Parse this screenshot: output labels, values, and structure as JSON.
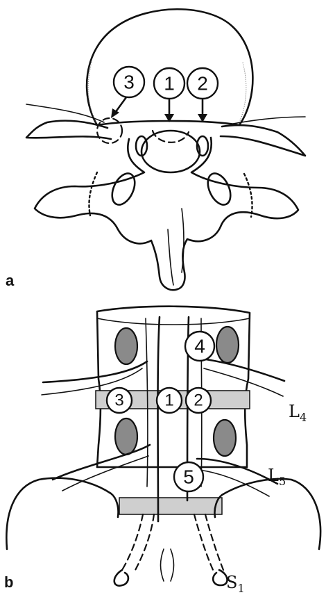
{
  "panel_a": {
    "label": "a",
    "markers": [
      "3",
      "1",
      "2"
    ]
  },
  "panel_b": {
    "label": "b",
    "markers": [
      "4",
      "3",
      "1",
      "2",
      "5"
    ],
    "root_labels": [
      {
        "main": "L",
        "sub": "4"
      },
      {
        "main": "L",
        "sub": "5"
      },
      {
        "main": "S",
        "sub": "1"
      }
    ]
  }
}
